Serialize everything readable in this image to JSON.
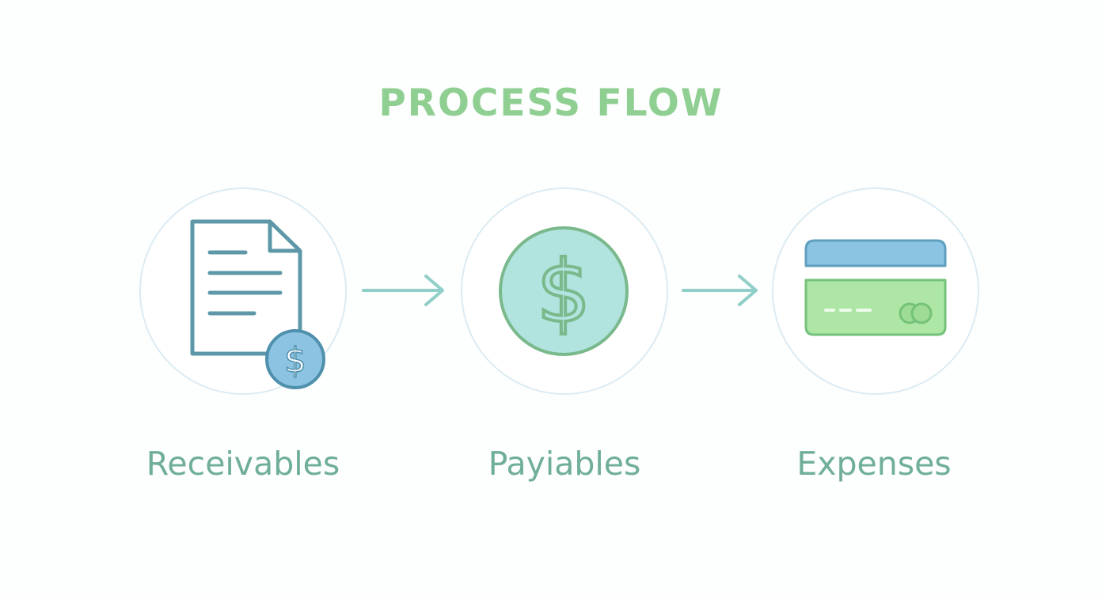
{
  "diagram": {
    "title": "PROCESS FLOW",
    "steps": [
      {
        "label": "Receivables",
        "icon": "invoice-dollar-icon"
      },
      {
        "label": "Payiables",
        "icon": "dollar-coin-icon"
      },
      {
        "label": "Expenses",
        "icon": "credit-card-icon"
      }
    ],
    "colors": {
      "title": "#8fcf91",
      "label": "#6fae9a",
      "circle_outline": "#dcebf3",
      "arrow": "#8fcfc7",
      "document_stroke": "#5e98a8",
      "badge_fill": "#8cc3e3",
      "coin_fill": "#b2e4df",
      "coin_stroke": "#79b98b",
      "card_stripe": "#8bc3e2",
      "card_body": "#aee6a6"
    }
  }
}
